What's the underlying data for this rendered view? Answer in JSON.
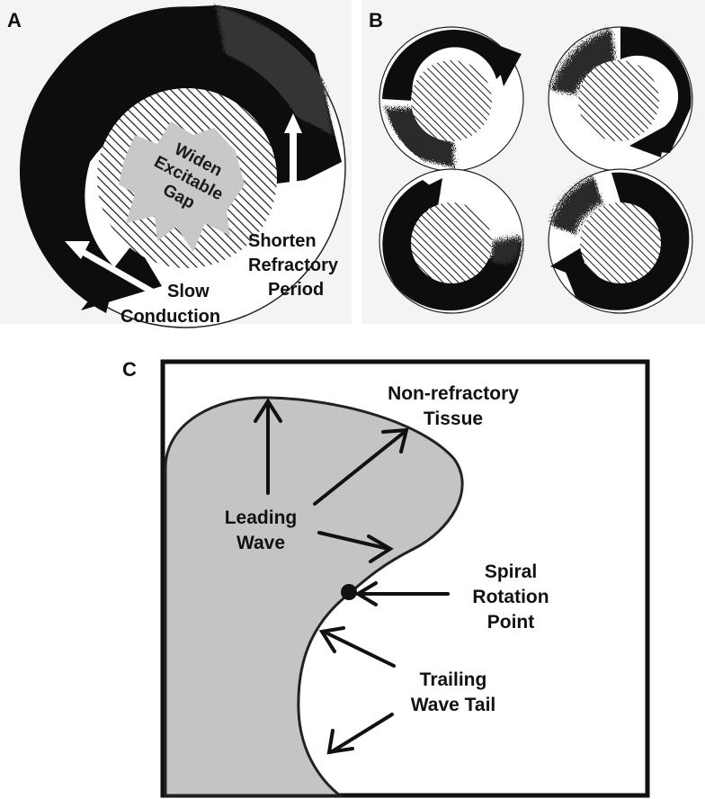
{
  "panel_a": {
    "letter": "A",
    "widen_gap": [
      "Widen",
      "Excitable",
      "Gap"
    ],
    "shorten_refractory": [
      "Shorten",
      "Refractory",
      "Period"
    ],
    "slow_conduction": [
      "Slow",
      "Conduction"
    ]
  },
  "panel_b": {
    "letter": "B"
  },
  "panel_c": {
    "letter": "C",
    "non_refractory": [
      "Non-refractory",
      "Tissue"
    ],
    "leading_wave": [
      "Leading",
      "Wave"
    ],
    "spiral_point": [
      "Spiral",
      "Rotation",
      "Point"
    ],
    "trailing_tail": [
      "Trailing",
      "Wave Tail"
    ]
  },
  "colors": {
    "dark": "#111111",
    "gray_fill": "#c8c8c8",
    "panel_bg": "#f4f4f4"
  }
}
